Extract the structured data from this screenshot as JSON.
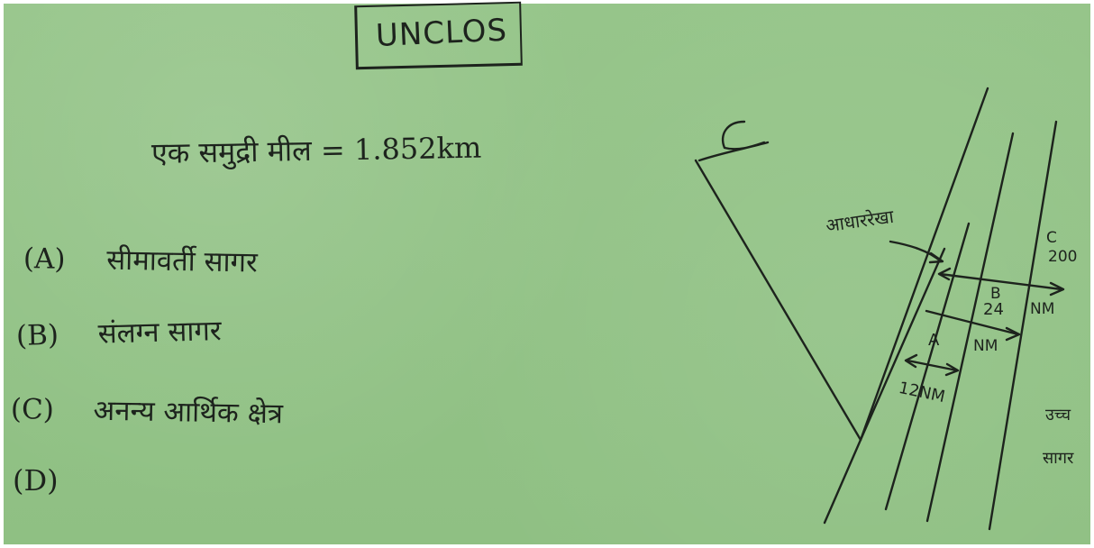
{
  "title": "UNCLOS",
  "definition": {
    "marker": "",
    "text": "एक समुद्री मील = 1.852km"
  },
  "items": [
    {
      "marker": "(A)",
      "label": "सीमावर्ती सागर"
    },
    {
      "marker": "(B)",
      "label": "संलग्न सागर"
    },
    {
      "marker": "(C)",
      "label": "अनन्य आर्थिक क्षेत्र"
    },
    {
      "marker": "(D)",
      "label": ""
    }
  ],
  "diagram": {
    "baseline_label": "आधाररेखा",
    "zone_a_letter": "A",
    "zone_a_distance": "12NM",
    "zone_b_letter": "B",
    "zone_b_distance": "24",
    "zone_b_unit": "NM",
    "zone_c_letter": "C",
    "zone_c_distance": "200",
    "zone_c_unit": "NM",
    "high_sea_line1": "उच्च",
    "high_sea_line2": "सागर"
  }
}
